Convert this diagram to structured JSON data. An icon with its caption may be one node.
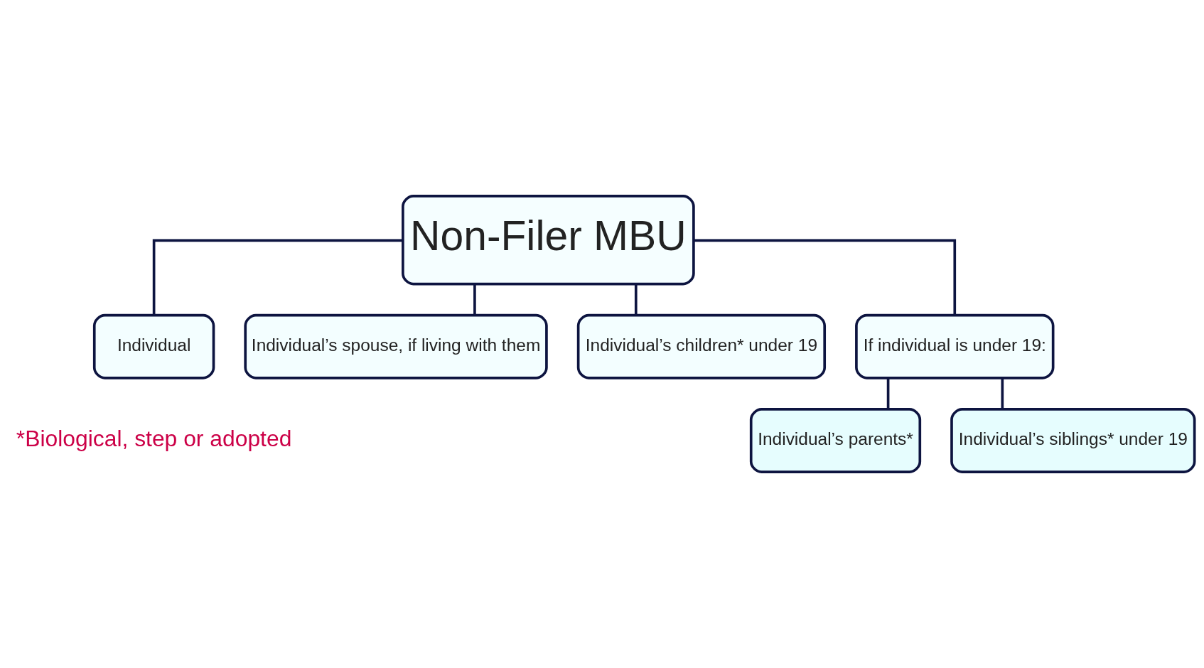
{
  "diagram": {
    "nodes": [
      {
        "text": [
          "Non-Filer MBU"
        ]
      },
      {
        "text": [
          "Individual"
        ]
      },
      {
        "text": [
          "Individual’s spouse, if living with them"
        ]
      },
      {
        "text": [
          "Individual’s children* under 19"
        ]
      },
      {
        "text": [
          "If individual is under 19:"
        ]
      },
      {
        "text": [
          "Individual’s parents*"
        ]
      },
      {
        "text": [
          "Individual’s siblings* under 19"
        ]
      }
    ],
    "edges": [
      {
        "from": 0,
        "to": 1,
        "arrow": "none"
      },
      {
        "from": 0,
        "to": 2,
        "arrow": "none"
      },
      {
        "from": 0,
        "to": 3,
        "arrow": "none"
      },
      {
        "from": 0,
        "to": 4,
        "arrow": "none"
      },
      {
        "from": 4,
        "to": 5,
        "arrow": "none"
      },
      {
        "from": 4,
        "to": 6,
        "arrow": "none"
      }
    ],
    "labels": [
      "*Biological, step or adopted"
    ]
  }
}
